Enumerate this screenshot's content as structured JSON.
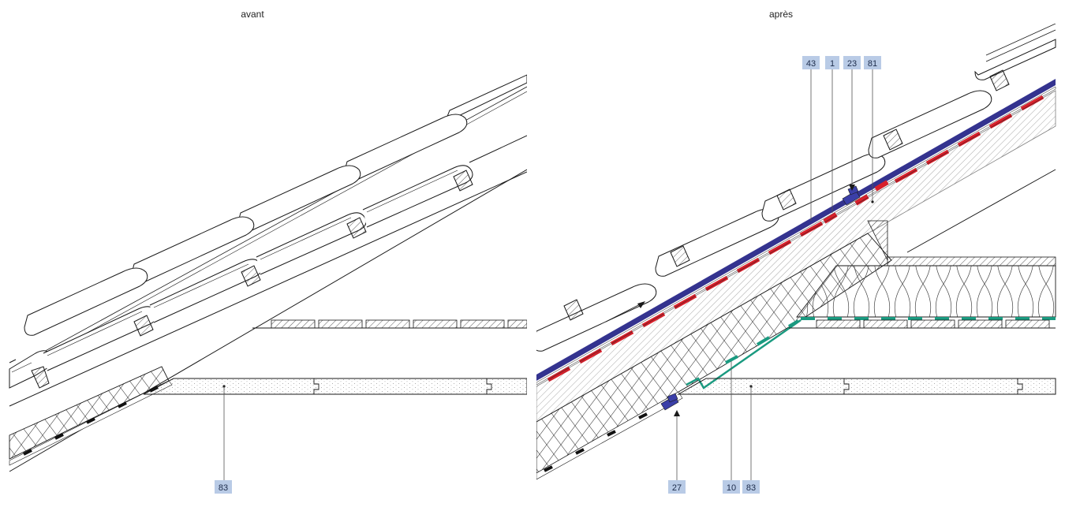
{
  "panels": {
    "before": {
      "title": "avant"
    },
    "after": {
      "title": "après"
    }
  },
  "callouts": {
    "before": [
      "83"
    ],
    "after_top": [
      "43",
      "1",
      "23",
      "81"
    ],
    "after_bottom": [
      "27",
      "10",
      "83"
    ]
  },
  "colors": {
    "line": "#1a1a1a",
    "tag_fill": "#b9cbe6",
    "vapour_barrier_red": "#d8202b",
    "membrane_blue": "#34338f",
    "air_seal_green": "#1a9a80",
    "screed_fill": "#f5f5f5"
  }
}
